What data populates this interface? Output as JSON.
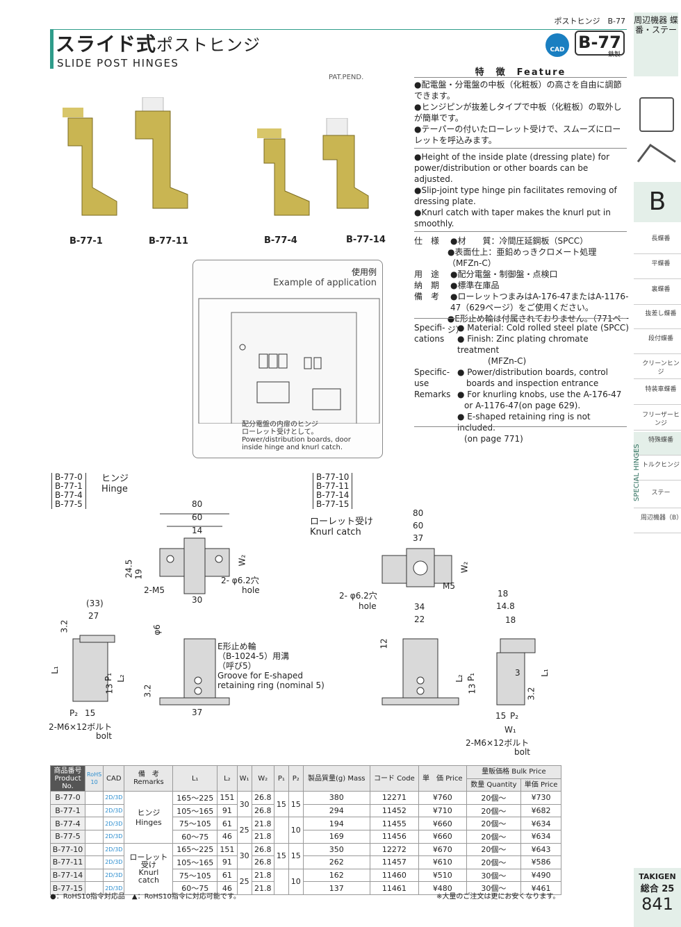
{
  "header": {
    "series": "ポストヒンジ　B-77",
    "title_bold": "スライド式",
    "title_rest": "ポストヒンジ",
    "title_en": "SLIDE POST HINGES",
    "cad": "CAD",
    "code": "B-77",
    "material_tag": "鉄製",
    "patpend": "PAT.PEND."
  },
  "products": [
    {
      "label": "B-77-1"
    },
    {
      "label": "B-77-11"
    },
    {
      "label": "B-77-4"
    },
    {
      "label": "B-77-14"
    }
  ],
  "features": {
    "heading": "特　徴　Feature",
    "jp": [
      "●配電盤・分電盤の中板（化粧板）の高さを自由に調節できます。",
      "●ヒンジピンが抜差しタイプで中板（化粧板）の取外しが簡単です。",
      "●テーパーの付いたローレット受けで、スムーズにローレットを呼込みます。"
    ],
    "en": [
      "●Height of the inside plate (dressing plate) for power/distribution or other boards can be adjusted.",
      "●Slip-joint type hinge pin facilitates removing of dressing plate.",
      "●Knurl catch with taper makes the knurl put in smoothly."
    ]
  },
  "spec_jp": [
    {
      "k": "仕　様",
      "v": "●材　　質：冷間圧延鋼板（SPCC）"
    },
    {
      "k": "",
      "v": "●表面仕上：亜鉛めっきクロメート処理（MFZn-C）"
    },
    {
      "k": "用　途",
      "v": "●配分電盤・制御盤・点検口"
    },
    {
      "k": "納　期",
      "v": "●標準在庫品"
    },
    {
      "k": "備　考",
      "v": "●ローレットつまみはA-176-47またはA-1176-47（629ページ）をご使用ください。"
    },
    {
      "k": "",
      "v": "●E形止め輪は付属されておりません。（771ページ）"
    }
  ],
  "spec_en": [
    {
      "k": "Specifi-",
      "v": "● Material: Cold rolled steel plate (SPCC)"
    },
    {
      "k": "cations",
      "v": "● Finish: Zinc plating chromate treatment"
    },
    {
      "k": "",
      "v": "(MFZn-C)"
    },
    {
      "k": "Specific-",
      "v": "● Power/distribution boards, control"
    },
    {
      "k": "use",
      "v": "boards and inspection entrance"
    },
    {
      "k": "Remarks",
      "v": "● For knurling knobs, use the A-176-47"
    },
    {
      "k": "",
      "v": "or A-1176-47(on page 629)."
    },
    {
      "k": "",
      "v": "● E-shaped retaining ring is not included."
    },
    {
      "k": "",
      "v": "(on page 771)"
    }
  ],
  "application": {
    "jp": "使用例",
    "en": "Example of application",
    "cap_jp1": "配分電盤の内扉のヒンジ",
    "cap_jp2": "ローレット受けとして。",
    "cap_en1": "Power/distribution boards, door",
    "cap_en2": "inside hinge and knurl catch."
  },
  "hinge_group": {
    "codes": [
      "B-77-0",
      "B-77-1",
      "B-77-4",
      "B-77-5"
    ],
    "jp": "ヒンジ",
    "en": "Hinge"
  },
  "catch_group": {
    "codes": [
      "B-77-10",
      "B-77-11",
      "B-77-14",
      "B-77-15"
    ],
    "jp": "ローレット受け",
    "en": "Knurl catch"
  },
  "dims": {
    "d80": "80",
    "d60": "60",
    "d14": "14",
    "d245": "24.5",
    "d19": "19",
    "w2": "W₂",
    "m5": "2-M5",
    "hole": "2- φ6.2穴",
    "holeen": "hole",
    "d30": "30",
    "d33": "(33)",
    "d27": "27",
    "d32": "3.2",
    "l1": "L₁",
    "l2": "L₂",
    "d13": "13",
    "p1": "P₁",
    "p2": "P₂",
    "d15": "15",
    "bolt": "2-M6×12ボルト",
    "bolten": "bolt",
    "phi6": "φ6",
    "d37": "37",
    "groove1": "E形止め輪",
    "groove2": "（B-1024-5）用溝",
    "groove3": "（呼び5）",
    "groove4": "Groove for E-shaped",
    "groove5": "retaining ring (nominal 5)",
    "m5b": "M5",
    "hole2": "2- φ6.2穴",
    "d34": "34",
    "d22": "22",
    "d12": "12",
    "d18": "18",
    "d148": "14.8",
    "d3": "3",
    "w1": "W₁"
  },
  "table": {
    "headers": [
      "商品番号 Product No.",
      "RoHS 10",
      "CAD",
      "備　考 Remarks",
      "L₁",
      "L₂",
      "W₁",
      "W₂",
      "P₁",
      "P₂",
      "製品質量(g) Mass",
      "コード Code",
      "単　価 Price",
      "数量 Quantity",
      "単価 Price"
    ],
    "bulk_header": "量販価格 Bulk Price",
    "rows": [
      [
        "B-77-0",
        "2D/3D",
        "165～225",
        "151",
        "26.8",
        "380",
        "12271",
        "¥760",
        "20個～",
        "¥730"
      ],
      [
        "B-77-1",
        "2D/3D",
        "105～165",
        "91",
        "26.8",
        "294",
        "11452",
        "¥710",
        "20個～",
        "¥682"
      ],
      [
        "B-77-4",
        "2D/3D",
        "75～105",
        "61",
        "21.8",
        "194",
        "11455",
        "¥660",
        "20個～",
        "¥634"
      ],
      [
        "B-77-5",
        "2D/3D",
        "60～75",
        "46",
        "21.8",
        "169",
        "11456",
        "¥660",
        "20個～",
        "¥634"
      ],
      [
        "B-77-10",
        "2D/3D",
        "165～225",
        "151",
        "26.8",
        "350",
        "12272",
        "¥670",
        "20個～",
        "¥643"
      ],
      [
        "B-77-11",
        "2D/3D",
        "105～165",
        "91",
        "26.8",
        "262",
        "11457",
        "¥610",
        "20個～",
        "¥586"
      ],
      [
        "B-77-14",
        "2D/3D",
        "75～105",
        "61",
        "21.8",
        "162",
        "11460",
        "¥510",
        "30個～",
        "¥490"
      ],
      [
        "B-77-15",
        "2D/3D",
        "60～75",
        "46",
        "21.8",
        "137",
        "11461",
        "¥480",
        "30個～",
        "¥461"
      ]
    ],
    "remarks_hinge": [
      "ヒンジ",
      "Hinges"
    ],
    "remarks_catch": [
      "ローレット",
      "受け",
      "Knurl",
      "catch"
    ],
    "w1a": "30",
    "w1b": "25",
    "p1": "15",
    "p2a": "15",
    "p2b": "10",
    "footnote_l": "●：RoHS10指令対応品　▲：RoHS10指令に対応可能です。",
    "footnote_r": "※大量のご注文は更にお安くなります。"
  },
  "sidebar": {
    "top": "周辺機器 蝶番・ステー",
    "big": "B",
    "items": [
      "長蝶番",
      "平蝶番",
      "裏蝶番",
      "抜差し蝶番",
      "段付蝶番",
      "クリーンヒンジ",
      "特装車蝶番",
      "フリーザーヒンジ",
      "特殊蝶番",
      "トルクヒンジ",
      "ステー",
      "周辺機器（B）"
    ],
    "special": "SPECIAL HINGES",
    "taki": "TAKIGEN",
    "total": "総合 25",
    "page": "841"
  }
}
